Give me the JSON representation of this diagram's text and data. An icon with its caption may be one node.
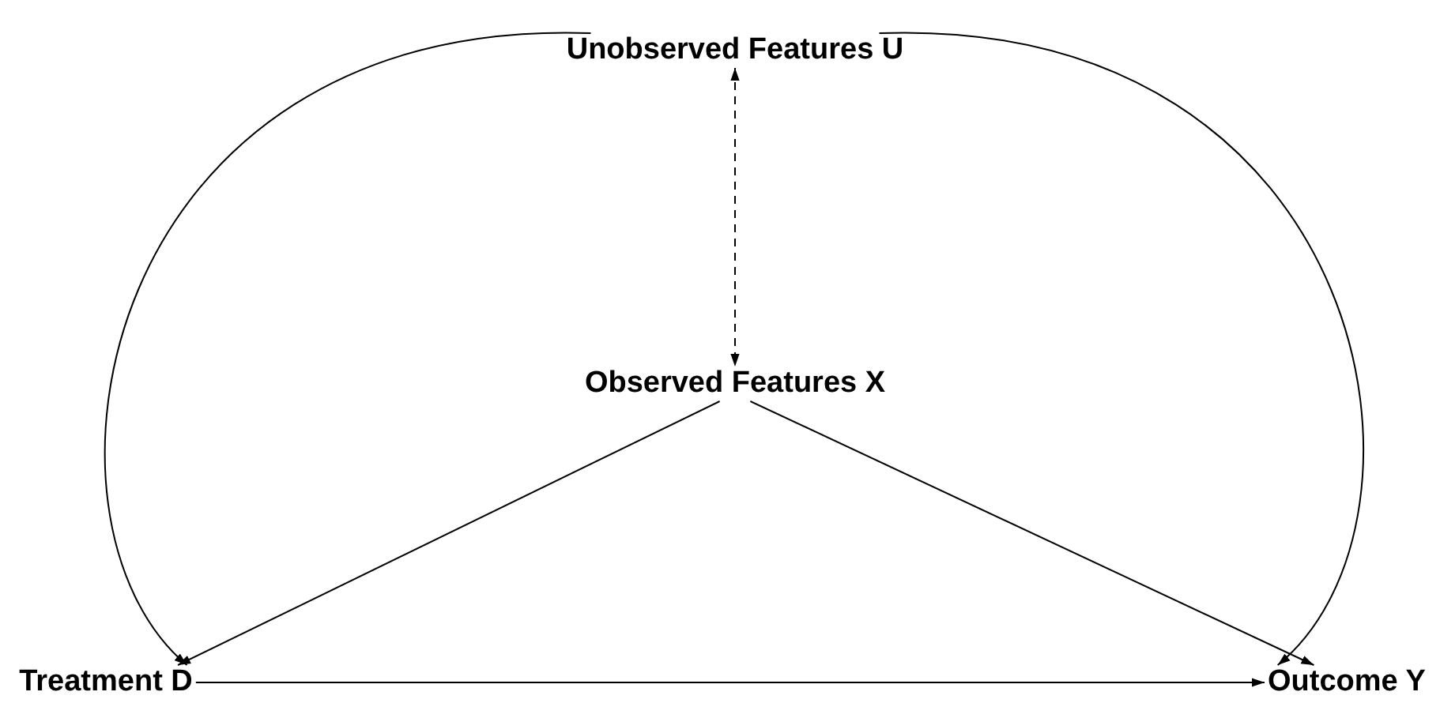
{
  "diagram": {
    "nodes": [
      {
        "text": [
          "Unobserved Features U"
        ]
      },
      {
        "text": [
          "Observed Features X"
        ]
      },
      {
        "text": [
          "Treatment D"
        ]
      },
      {
        "text": [
          "Outcome Y"
        ]
      }
    ],
    "edges": [
      {
        "from": 0,
        "to": 1,
        "arrow": "both",
        "style": "dashed"
      },
      {
        "from": 1,
        "to": 2,
        "arrow": "to"
      },
      {
        "from": 1,
        "to": 3,
        "arrow": "to"
      },
      {
        "from": 2,
        "to": 3,
        "arrow": "to"
      },
      {
        "from": 0,
        "to": 2,
        "arrow": "to"
      },
      {
        "from": 0,
        "to": 3,
        "arrow": "to"
      }
    ]
  }
}
